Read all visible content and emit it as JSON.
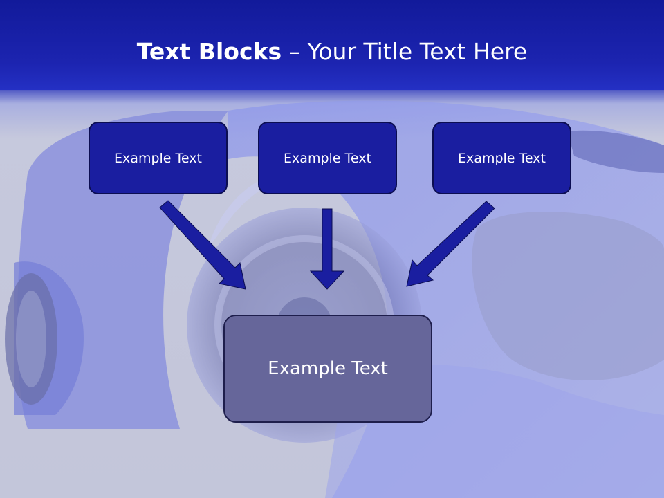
{
  "title": {
    "bold": "Text Blocks",
    "dash": " – ",
    "rest": "Your Title Text Here"
  },
  "blocks": {
    "top": [
      "Example Text",
      "Example Text",
      "Example Text"
    ],
    "main": "Example Text"
  },
  "colors": {
    "title_bar": "#1a22aa",
    "top_box_fill": "#1a1ea0",
    "main_box_fill": "#66669a",
    "arrow": "#1a1ea0",
    "background": "#c4c6da"
  },
  "background_image": "blue sports car"
}
